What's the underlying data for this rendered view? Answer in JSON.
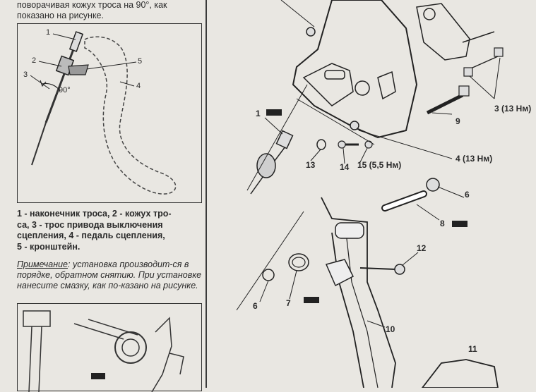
{
  "left_column": {
    "intro_text": "поворачивая кожух троса на 90°, как\nпоказано на рисунке.",
    "figure1": {
      "callouts": [
        "1",
        "2",
        "3",
        "4",
        "5"
      ],
      "angle_label": "90°"
    },
    "legend_text": "1 - наконечник троса, 2 - кожух тро-\nса, 3 - трос привода выключения\nсцепления, 4 - педаль сцепления,\n5 - кронштейн.",
    "note_label": "Примечание",
    "note_text": ": установка производит-ся в порядке, обратном снятию. При установке нанесите смазку, как по-казано на рисунке."
  },
  "right_figure": {
    "callouts": {
      "c1": "1",
      "c3": "3 (13 Нм)",
      "c4": "4 (13 Нм)",
      "c6a": "6",
      "c6b": "6",
      "c7": "7",
      "c8": "8",
      "c9": "9",
      "c10": "10",
      "c11": "11",
      "c12": "12",
      "c13": "13",
      "c14": "14",
      "c15": "15 (5,5 Нм)"
    }
  }
}
